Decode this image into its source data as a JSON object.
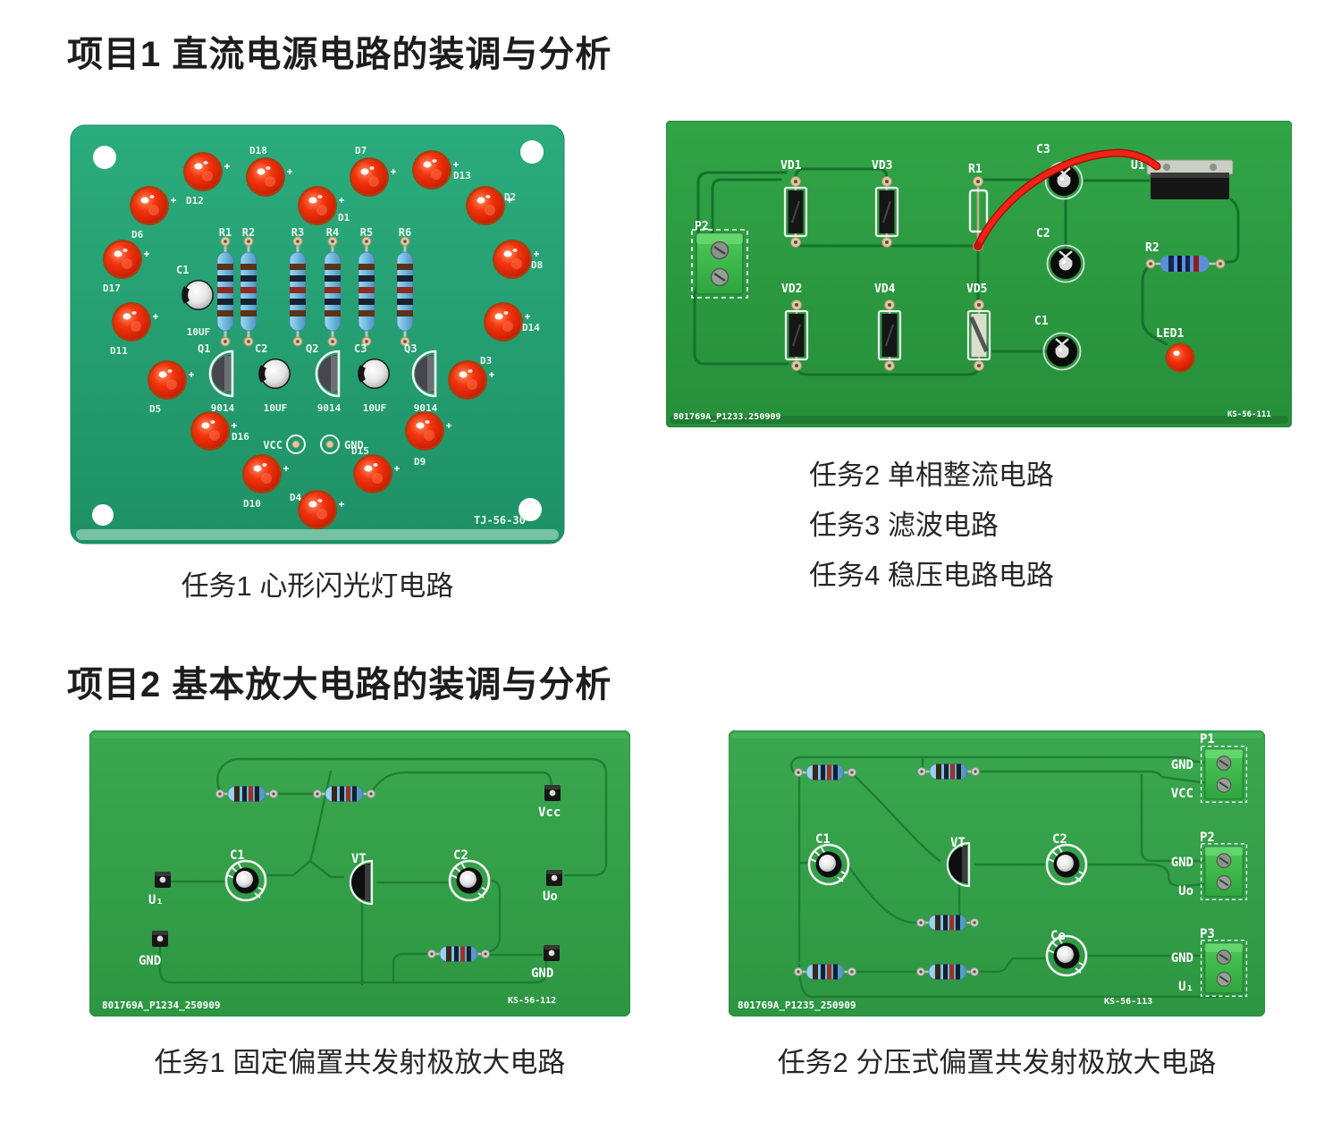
{
  "section1": {
    "title": "项目1 直流电源电路的装调与分析",
    "heart_board": {
      "caption": "任务1 心形闪光灯电路",
      "board_code": "TJ-56-30",
      "vcc": "VCC",
      "gnd": "GND",
      "leds": [
        "D12",
        "D18",
        "D1",
        "D7",
        "D13",
        "D6",
        "D2",
        "D17",
        "D8",
        "D11",
        "D14",
        "D5",
        "D3",
        "D16",
        "D9",
        "D10",
        "D15",
        "D4"
      ],
      "resistors": [
        "R1",
        "R2",
        "R3",
        "R4",
        "R5",
        "R6"
      ],
      "cap1": {
        "label": "C1",
        "value": "10UF"
      },
      "cap2": {
        "label": "C2",
        "value": "10UF"
      },
      "cap3": {
        "label": "C3",
        "value": "10UF"
      },
      "q1": {
        "label": "Q1",
        "value": "9014"
      },
      "q2": {
        "label": "Q2",
        "value": "9014"
      },
      "q3": {
        "label": "Q3",
        "value": "9014"
      }
    },
    "rectifier_board": {
      "tasks": [
        "任务2 单相整流电路",
        "任务3 滤波电路",
        "任务4 稳压电路电路"
      ],
      "p2": "P2",
      "vd1": "VD1",
      "vd2": "VD2",
      "vd3": "VD3",
      "vd4": "VD4",
      "vd5": "VD5",
      "r1": "R1",
      "r2": "R2",
      "c1": "C1",
      "c2": "C2",
      "c3": "C3",
      "u1": "U1",
      "led1": "LED1",
      "code_left": "801769A_P1233.250909",
      "code_right": "KS-56-111"
    }
  },
  "section2": {
    "title": "项目2 基本放大电路的装调与分析",
    "fixed_bias_board": {
      "caption": "任务1 固定偏置共发射极放大电路",
      "c1": "C1",
      "vt": "VT",
      "c2": "C2",
      "vcc": "Vcc",
      "ui": "U₁",
      "uo": "Uo",
      "gnd_left": "GND",
      "gnd_right": "GND",
      "code_left": "801769A_P1234_250909",
      "code_right": "KS-56-112"
    },
    "divider_bias_board": {
      "caption": "任务2 分压式偏置共发射极放大电路",
      "c1": "C1",
      "vt": "VT",
      "c2": "C2",
      "ce": "Ce",
      "p1": {
        "label": "P1",
        "top": "GND",
        "bottom": "VCC"
      },
      "p2": {
        "label": "P2",
        "top": "GND",
        "bottom": "Uo"
      },
      "p3": {
        "label": "P3",
        "top": "GND",
        "bottom": "U₁"
      },
      "code_left": "801769A_P1235_250909",
      "code_right": "KS-56-113"
    }
  }
}
